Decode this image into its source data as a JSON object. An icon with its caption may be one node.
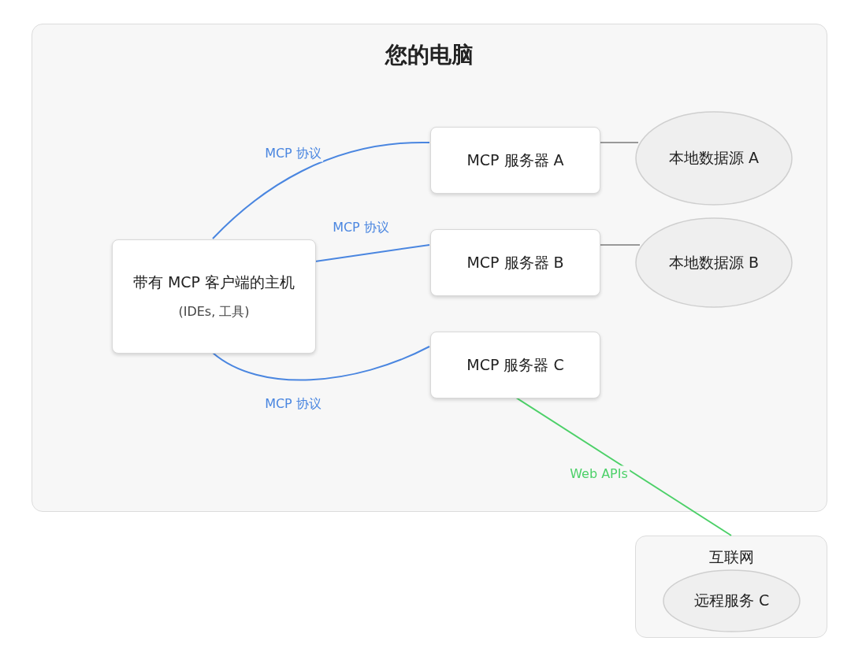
{
  "diagram": {
    "nodes": [
      {
        "text": [
          "您的电脑"
        ]
      },
      {
        "text": [
          "带有 MCP 客户端的主机",
          "(IDEs, 工具)"
        ],
        "in": 0
      },
      {
        "text": [
          "MCP 服务器 A"
        ],
        "in": 0
      },
      {
        "text": [
          "MCP 服务器 B"
        ],
        "in": 0
      },
      {
        "text": [
          "MCP 服务器 C"
        ],
        "in": 0
      },
      {
        "text": [
          "本地数据源 A"
        ],
        "in": 0
      },
      {
        "text": [
          "本地数据源 B"
        ],
        "in": 0
      },
      {
        "text": [
          "互联网"
        ]
      },
      {
        "text": [
          "远程服务 C"
        ],
        "in": 7
      }
    ],
    "edges": [
      {
        "from": 1,
        "to": 2,
        "arrow": "none",
        "label": "MCP 协议",
        "color": "#4a86e0"
      },
      {
        "from": 1,
        "to": 3,
        "arrow": "none",
        "label": "MCP 协议",
        "color": "#4a86e0"
      },
      {
        "from": 1,
        "to": 4,
        "arrow": "none",
        "label": "MCP 协议",
        "color": "#4a86e0"
      },
      {
        "from": 2,
        "to": 5,
        "arrow": "none",
        "color": "#999999"
      },
      {
        "from": 3,
        "to": 6,
        "arrow": "none",
        "color": "#999999"
      },
      {
        "from": 4,
        "to": 7,
        "arrow": "none",
        "label": "Web APIs",
        "color": "#4cd068"
      }
    ]
  }
}
